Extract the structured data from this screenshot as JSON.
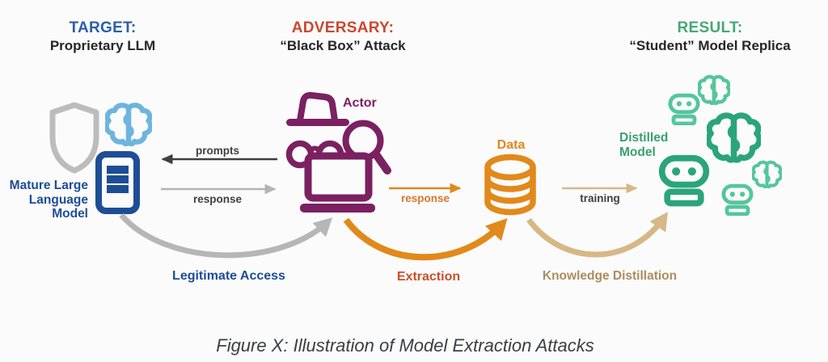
{
  "colors": {
    "blue_header": "#2b5ea9",
    "blue_icon": "#1e4d96",
    "red": "#c9482f",
    "green_header": "#45a874",
    "green_mid": "#3aa06f",
    "green_dark": "#2aa57b",
    "green_light": "#54c69c",
    "purple": "#7b2161",
    "orange": "#e2891b",
    "orange_label": "#d9772e",
    "extraction_label": "#c8502e",
    "gray_icon": "#bcbcbc",
    "arrow_dark": "#3f3f3f",
    "arrow_light": "#b3b3b3",
    "curve_gray": "#b6b6b6",
    "tan": "#d6b887",
    "tan_label": "#ab8d5f",
    "light_blue": "#6db5de",
    "text_dark": "#262626",
    "caption": "#3a3f44"
  },
  "headers": {
    "target": {
      "label": "TARGET:",
      "subtitle": "Proprietary LLM"
    },
    "adversary": {
      "label": "ADVERSARY:",
      "subtitle": "“Black Box” Attack"
    },
    "result": {
      "label": "RESULT:",
      "subtitle": "“Student” Model Replica"
    }
  },
  "nodes": {
    "llm": {
      "label_lines": [
        "Mature Large",
        "Language",
        "Model"
      ]
    },
    "actor": {
      "label": "Actor"
    },
    "data": {
      "label": "Data"
    },
    "distilled": {
      "label_lines": [
        "Distilled",
        "Model"
      ]
    }
  },
  "arrows": {
    "prompts": "prompts",
    "response_to_llm_requester": "response",
    "response_to_data": "response",
    "training": "training"
  },
  "flows": {
    "legitimate_access": "Legitimate Access",
    "extraction": "Extraction",
    "knowledge_distillation": "Knowledge Distillation"
  },
  "caption": "Figure X: Illustration of Model Extraction Attacks",
  "icons": {
    "shield": "shield-icon",
    "brain": "brain-icon",
    "document": "document-icon",
    "spy_hat": "spy-hat-icon",
    "glasses": "glasses-icon",
    "magnifier": "magnifying-glass-icon",
    "laptop": "laptop-icon",
    "database": "database-icon",
    "robot": "robot-icon"
  }
}
